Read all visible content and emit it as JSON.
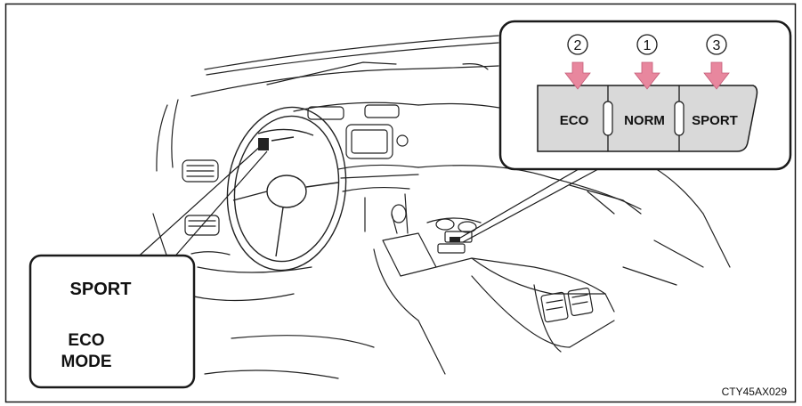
{
  "figure_code": "CTY45AX029",
  "callout": {
    "buttons": [
      {
        "number": "2",
        "label": "ECO"
      },
      {
        "number": "1",
        "label": "NORM"
      },
      {
        "number": "3",
        "label": "SPORT"
      }
    ]
  },
  "indicators": {
    "sport": "SPORT",
    "eco_line1": "ECO",
    "eco_line2": "MODE"
  },
  "colors": {
    "arrow": "#e8879e",
    "button_face": "#d9d9d9",
    "line": "#1a1a1a"
  }
}
